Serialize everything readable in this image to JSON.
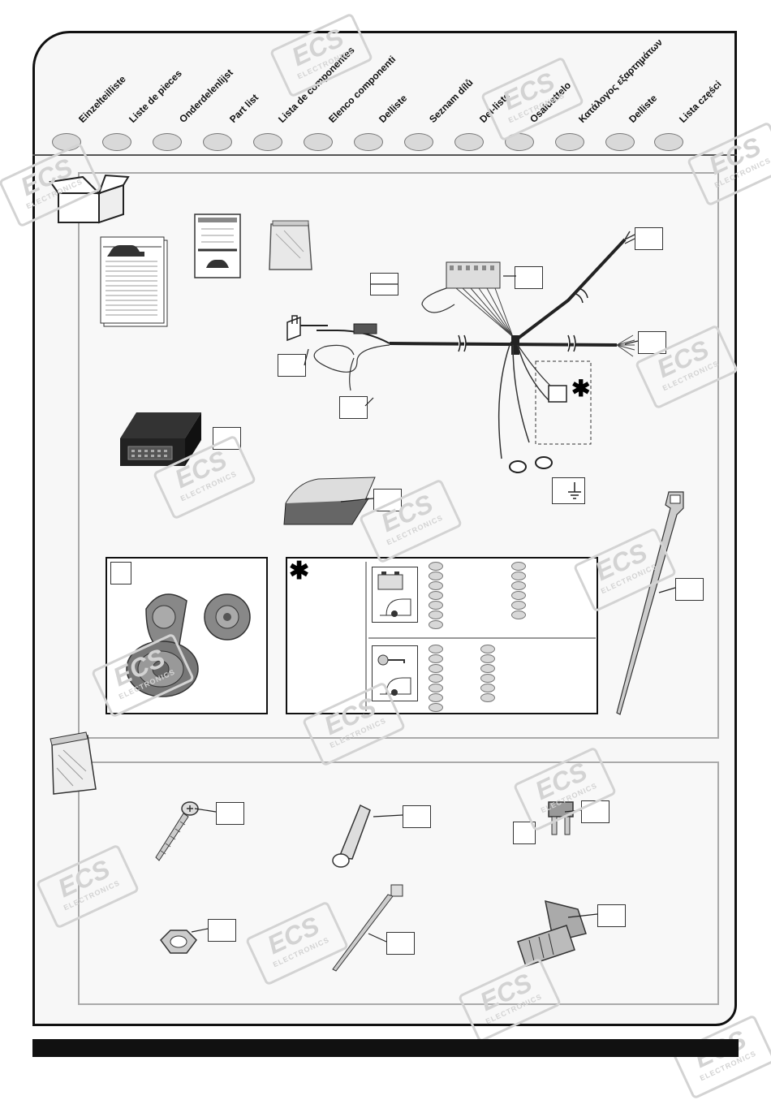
{
  "header": {
    "languages": [
      "Einzelteilliste",
      "Liste de pieces",
      "Onderdelenlijst",
      "Part list",
      "Lista de componentes",
      "Elenco componenti",
      "Delliste",
      "Seznam dílů",
      "Del-liste",
      "Osaluettelo",
      "Κατάλογος εξαρτημάτων",
      "Delliste",
      "Lista części"
    ]
  },
  "watermark": {
    "logo": "ECS",
    "sub": "ELECTRONICS"
  },
  "legend": {
    "asterisk": "✱"
  },
  "harness": {
    "asterisk": "✱"
  },
  "colors": {
    "frame": "#111111",
    "panel_border": "#aaaaaa",
    "circle_fill": "#d9d9d9",
    "footer": "#111111"
  },
  "icons": [
    "box-icon",
    "bag-icon",
    "ground-icon",
    "battery-icon",
    "key-icon",
    "caravan-icon"
  ]
}
